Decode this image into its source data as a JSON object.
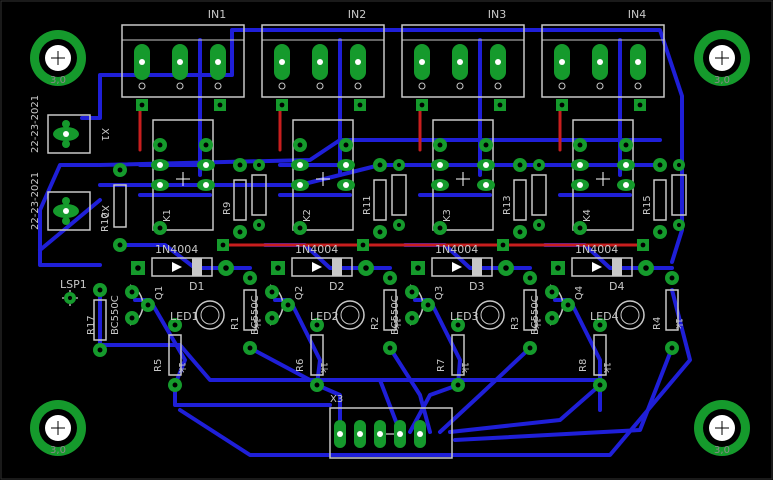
{
  "colors": {
    "background": "#000000",
    "trace_bottom": "#1f1fd8",
    "trace_top": "#c81e1e",
    "pad": "#159a2c",
    "silk": "#c8c8c8",
    "drill": "#ffffff",
    "via_ring": "#3a4cff"
  },
  "mount_holes": [
    {
      "id": "hole-tl",
      "label": "3,0"
    },
    {
      "id": "hole-tr",
      "label": "3,0"
    },
    {
      "id": "hole-bl",
      "label": "3,0"
    },
    {
      "id": "hole-br",
      "label": "3,0"
    }
  ],
  "inputs": [
    {
      "label": "IN1"
    },
    {
      "label": "IN2"
    },
    {
      "label": "IN3"
    },
    {
      "label": "IN4"
    }
  ],
  "connectors": {
    "x1_name": "X1",
    "x1_text": "22-23-2021",
    "x2_name": "X2",
    "x2_text": "22-23-2021",
    "x3_name": "X3"
  },
  "relays": [
    {
      "name": "K1"
    },
    {
      "name": "K2"
    },
    {
      "name": "K3"
    },
    {
      "name": "K4"
    }
  ],
  "diodes": [
    {
      "part": "1N4004",
      "name": "D1"
    },
    {
      "part": "1N4004",
      "name": "D2"
    },
    {
      "part": "1N4004",
      "name": "D3"
    },
    {
      "part": "1N4004",
      "name": "D4"
    }
  ],
  "transistors": [
    {
      "name": "Q1",
      "part": "BC550C"
    },
    {
      "name": "Q2",
      "part": "BC550C"
    },
    {
      "name": "Q3",
      "part": "BC550C"
    },
    {
      "name": "Q4",
      "part": "BC550C"
    }
  ],
  "leds": [
    {
      "name": "LED1"
    },
    {
      "name": "LED2"
    },
    {
      "name": "LED3"
    },
    {
      "name": "LED4"
    }
  ],
  "resistors_top": [
    {
      "name": "R9"
    },
    {
      "name": "R11"
    },
    {
      "name": "R13"
    },
    {
      "name": "R15"
    }
  ],
  "resistors_mid": [
    {
      "name": "R1"
    },
    {
      "name": "R2"
    },
    {
      "name": "R3"
    },
    {
      "name": "R4"
    }
  ],
  "resistors_bottom": [
    {
      "name": "R5"
    },
    {
      "name": "R6"
    },
    {
      "name": "R7"
    },
    {
      "name": "R8"
    }
  ],
  "resistor_value": "1k",
  "other": {
    "r10": "R10",
    "r17": "R17",
    "lsp1": "LSP1"
  }
}
